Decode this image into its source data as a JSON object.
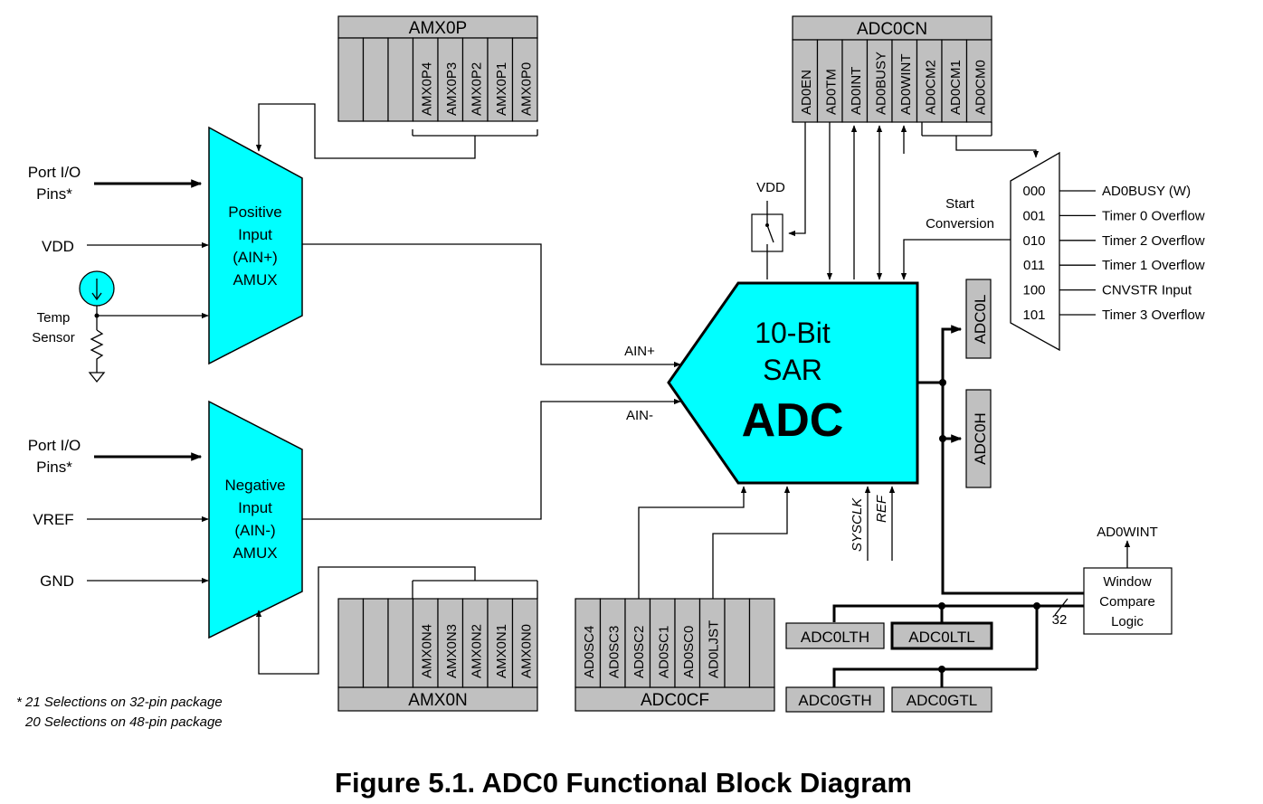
{
  "caption": "Figure 5.1. ADC0 Functional Block Diagram",
  "colors": {
    "mux_fill": "#00ffff",
    "register_fill": "#c0c0c0",
    "line": "#000000"
  },
  "inputs": {
    "port_io_1": [
      "Port I/O",
      "Pins*"
    ],
    "vdd": "VDD",
    "temp_sensor": [
      "Temp",
      "Sensor"
    ],
    "port_io_2": [
      "Port I/O",
      "Pins*"
    ],
    "vref": "VREF",
    "gnd": "GND"
  },
  "positive_mux": [
    "Positive",
    "Input",
    "(AIN+)",
    "AMUX"
  ],
  "negative_mux": [
    "Negative",
    "Input",
    "(AIN-)",
    "AMUX"
  ],
  "ain_plus": "AIN+",
  "ain_minus": "AIN-",
  "amx0p": {
    "name": "AMX0P",
    "bits": [
      "",
      "",
      "",
      "AMX0P4",
      "AMX0P3",
      "AMX0P2",
      "AMX0P1",
      "AMX0P0"
    ]
  },
  "amx0n": {
    "name": "AMX0N",
    "bits": [
      "",
      "",
      "",
      "AMX0N4",
      "AMX0N3",
      "AMX0N2",
      "AMX0N1",
      "AMX0N0"
    ]
  },
  "adc0cf": {
    "name": "ADC0CF",
    "bits": [
      "AD0SC4",
      "AD0SC3",
      "AD0SC2",
      "AD0SC1",
      "AD0SC0",
      "AD0LJST",
      "",
      ""
    ]
  },
  "adc0cn": {
    "name": "ADC0CN",
    "bits": [
      "AD0EN",
      "AD0TM",
      "AD0INT",
      "AD0BUSY",
      "AD0WINT",
      "AD0CM2",
      "AD0CM1",
      "AD0CM0"
    ]
  },
  "adc": {
    "line1": "10-Bit",
    "line2": "SAR",
    "line3": "ADC"
  },
  "vdd_switch": "VDD",
  "start_conversion": [
    "Start",
    "Conversion"
  ],
  "conversion_mux": [
    {
      "code": "000",
      "source": "AD0BUSY (W)"
    },
    {
      "code": "001",
      "source": "Timer 0 Overflow"
    },
    {
      "code": "010",
      "source": "Timer 2 Overflow"
    },
    {
      "code": "011",
      "source": "Timer 1 Overflow"
    },
    {
      "code": "100",
      "source": "CNVSTR Input"
    },
    {
      "code": "101",
      "source": "Timer 3 Overflow"
    }
  ],
  "data_registers": {
    "low": "ADC0L",
    "high": "ADC0H"
  },
  "clock_inputs": {
    "sysclk": "SYSCLK",
    "ref": "REF"
  },
  "window_compare": {
    "lines": [
      "Window",
      "Compare",
      "Logic"
    ],
    "output": "AD0WINT",
    "bus_width": "32"
  },
  "threshold_registers": {
    "lth": "ADC0LTH",
    "ltl": "ADC0LTL",
    "gth": "ADC0GTH",
    "gtl": "ADC0GTL"
  },
  "footnote": [
    "* 21 Selections on 32-pin package",
    "20 Selections on 48-pin package"
  ]
}
